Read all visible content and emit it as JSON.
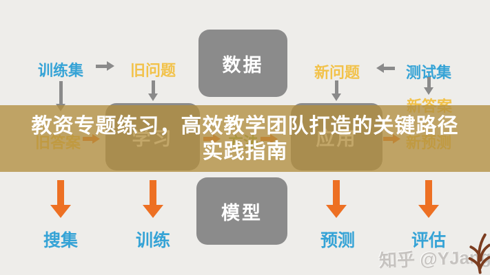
{
  "banner": {
    "title_line1": "教资专题练习，高效教学团队打造的关键路径",
    "title_line2": "实践指南"
  },
  "diagram": {
    "top": {
      "train_set": "训练集",
      "old_questions": "旧问题",
      "data_box": "数据",
      "new_questions": "新问题",
      "test_set": "测试集",
      "new_answers": "新答案"
    },
    "middle": {
      "old_answers": "旧答案",
      "learn_box": "学习",
      "method": "方法",
      "apply_box": "应用",
      "new_predictions": "新预测"
    },
    "bottom": {
      "model_box": "模型",
      "collect": "搜集",
      "train": "训练",
      "predict": "预测",
      "evaluate": "评估"
    }
  },
  "watermark": {
    "text": "知乎 @YJango"
  },
  "colors": {
    "background": "#eeedea",
    "box_gray": "#8b8b8b",
    "label_blue": "#35a3d6",
    "label_yellow": "#f2c24a",
    "label_green": "#8fad3e",
    "arrow_gray": "#8a8a8a",
    "arrow_orange": "#ed7023",
    "banner_tan": "rgba(178,142,63,0.78)",
    "watermark_gray": "#c6c3c0",
    "logo_brown": "#7c3d20"
  }
}
